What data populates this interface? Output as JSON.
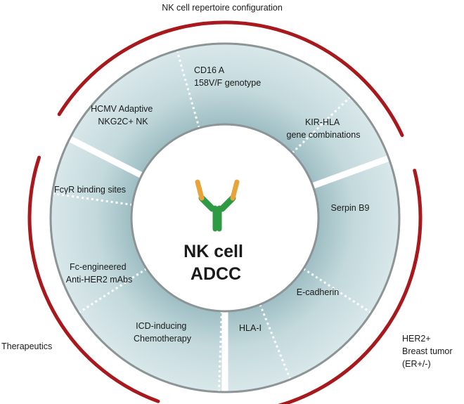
{
  "colors": {
    "ring_fill": "#c9dde0",
    "ring_stroke": "#8c9496",
    "outer_arc": "#a8191d",
    "antibody_green": "#2f9a44",
    "antibody_orange": "#e8a33a"
  },
  "groups": {
    "top": {
      "label": "NK cell repertoire configuration"
    },
    "left": {
      "label": "Therapeutics"
    },
    "right": {
      "lines": [
        "HER2+",
        "Breast tumor",
        "(ER+/-)"
      ]
    }
  },
  "segments": [
    {
      "id": "hcmv",
      "lines": [
        "HCMV Adaptive",
        "NKG2C+ NK"
      ]
    },
    {
      "id": "cd16",
      "lines": [
        "CD16 A",
        "158V/F genotype"
      ]
    },
    {
      "id": "kir",
      "lines": [
        "KIR-HLA",
        "gene combinations"
      ]
    },
    {
      "id": "serpin",
      "lines": [
        "Serpin B9"
      ]
    },
    {
      "id": "ecad",
      "lines": [
        "E-cadherin"
      ]
    },
    {
      "id": "hla",
      "lines": [
        "HLA-I"
      ]
    },
    {
      "id": "icd",
      "lines": [
        "ICD-inducing",
        "Chemotherapy"
      ]
    },
    {
      "id": "fc",
      "lines": [
        "Fc-engineered",
        "Anti-HER2 mAbs"
      ]
    },
    {
      "id": "fcyr",
      "lines": [
        "FcγR binding sites"
      ]
    }
  ],
  "center": {
    "lines": [
      "NK cell",
      "ADCC"
    ],
    "icon": "antibody-icon"
  }
}
